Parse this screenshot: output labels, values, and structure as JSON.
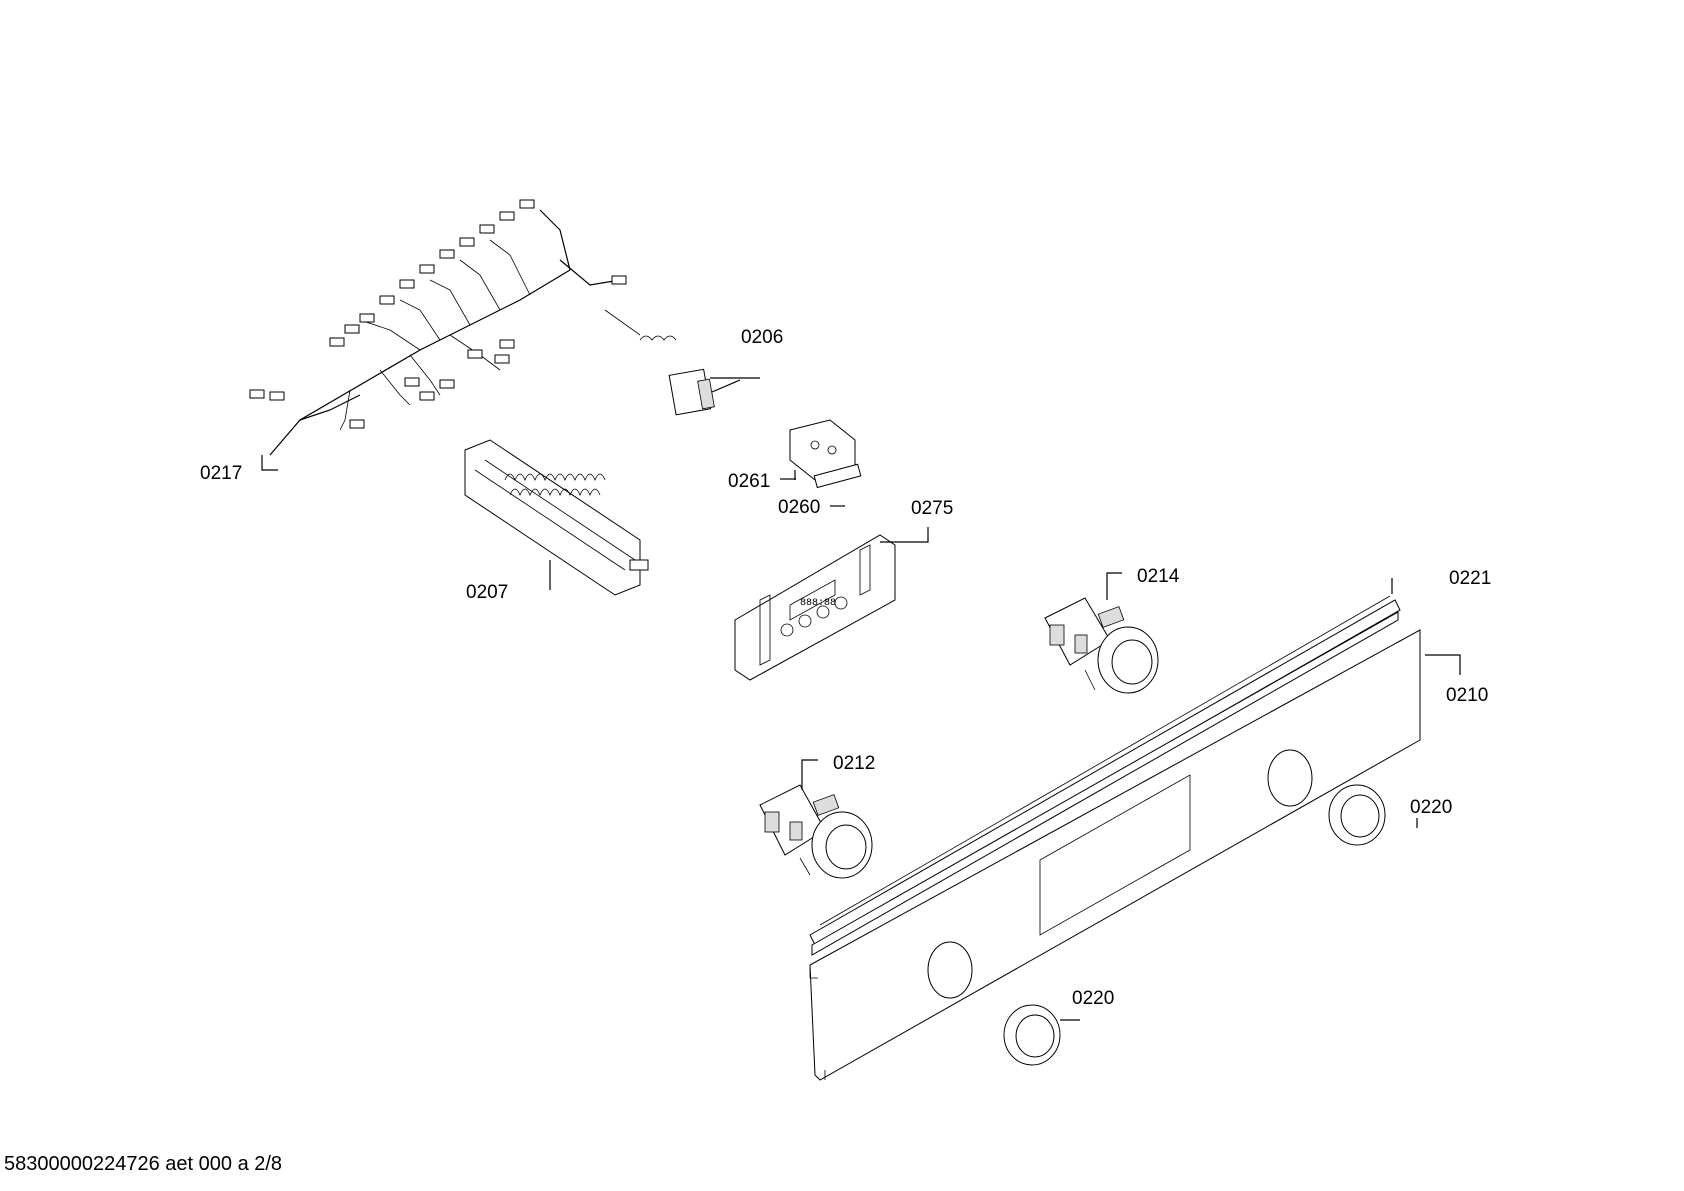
{
  "labels": {
    "p0206": "0206",
    "p0217": "0217",
    "p0261": "0261",
    "p0260": "0260",
    "p0275": "0275",
    "p0207": "0207",
    "p0214": "0214",
    "p0221": "0221",
    "p0210": "0210",
    "p0212": "0212",
    "p0220a": "0220",
    "p0220b": "0220"
  },
  "footer": "58300000224726 aet 000 a 2/8"
}
